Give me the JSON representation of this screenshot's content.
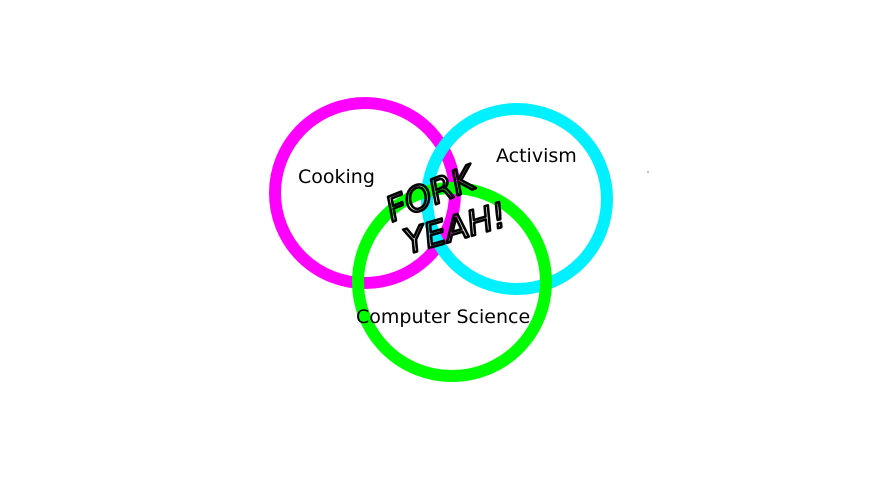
{
  "venn": {
    "sets": [
      {
        "label": "Cooking",
        "color": "#ff00ff"
      },
      {
        "label": "Activism",
        "color": "#00f0ff"
      },
      {
        "label": "Computer Science",
        "color": "#00ff00"
      }
    ],
    "intersection_text": {
      "line1": "FORK",
      "line2": "YEAH!"
    }
  }
}
